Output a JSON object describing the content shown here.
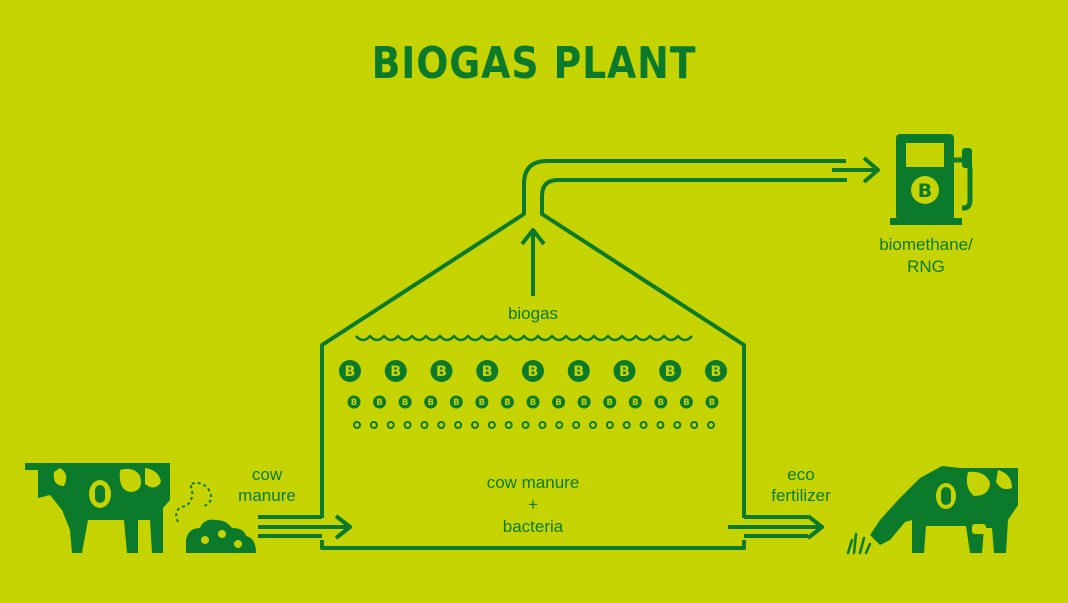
{
  "title": "BIOGAS PLANT",
  "labels": {
    "biogas": "biogas",
    "biomethane_line1": "biomethane/",
    "biomethane_line2": "RNG",
    "input_line1": "cow",
    "input_line2": "manure",
    "tank_line1": "cow manure",
    "tank_line2": "+",
    "tank_line3": "bacteria",
    "output_line1": "eco",
    "output_line2": "fertilizer"
  },
  "colors": {
    "background": "#c5d400",
    "primary": "#0b7a2a"
  },
  "icons": [
    "cow-icon",
    "manure-pile-icon",
    "fuel-pump-icon",
    "grazing-cow-icon",
    "grass-icon",
    "biogas-bubble-icon"
  ]
}
